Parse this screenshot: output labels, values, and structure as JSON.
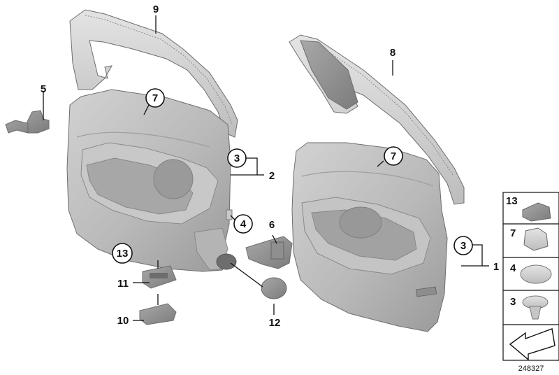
{
  "callouts": {
    "c9": "9",
    "c8": "8",
    "c7a": "7",
    "c7b": "7",
    "c5": "5",
    "c3a": "3",
    "c2": "2",
    "c3b": "3",
    "c1": "1",
    "c4": "4",
    "c6": "6",
    "c13": "13",
    "c11": "11",
    "c10": "10",
    "c12": "12"
  },
  "legend": {
    "items": [
      "13",
      "7",
      "4",
      "3"
    ]
  },
  "reference_number": "248327"
}
